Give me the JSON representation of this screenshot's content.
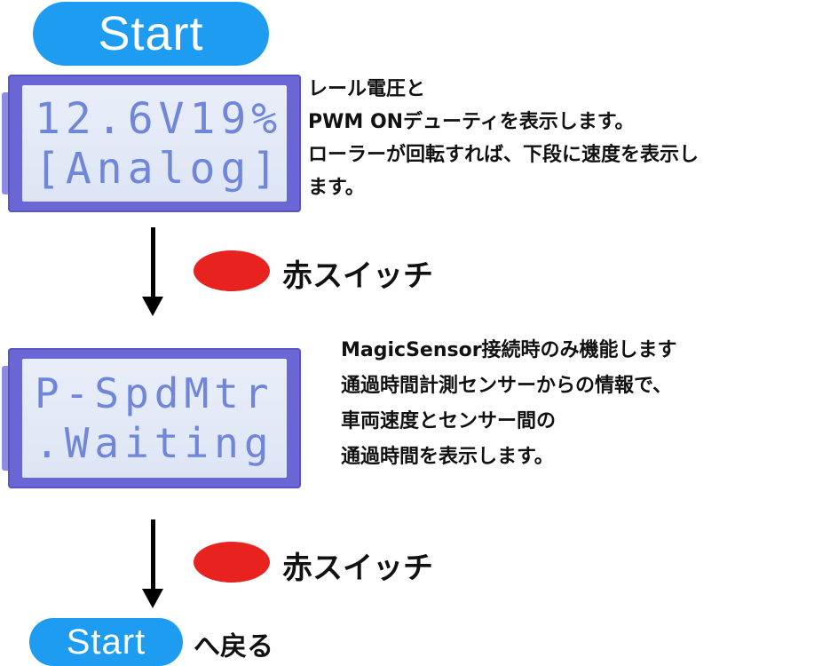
{
  "start_label": "Start",
  "lcd_analog": {
    "line1": "12.6V19%",
    "line2": "[Analog]"
  },
  "desc_analog": [
    "レール電圧と",
    "PWM ONデューティを表示します。",
    "ローラーが回転すれば、下段に速度を表示し",
    "ます。"
  ],
  "switch_label": "赤スイッチ",
  "lcd_speed": {
    "line1": "P-SpdMtr",
    "line2": ".Waiting"
  },
  "desc_speed": [
    "MagicSensor接続時のみ機能します",
    "通過時間計測センサーからの情報で、",
    "車両速度とセンサー間の",
    "通過時間を表示します。"
  ],
  "return_label": "へ戻る",
  "colors": {
    "pill": "#1e9cf2",
    "switch": "#e8221e",
    "lcd_body": "#6b66d6",
    "lcd_text": "#6f86da"
  }
}
